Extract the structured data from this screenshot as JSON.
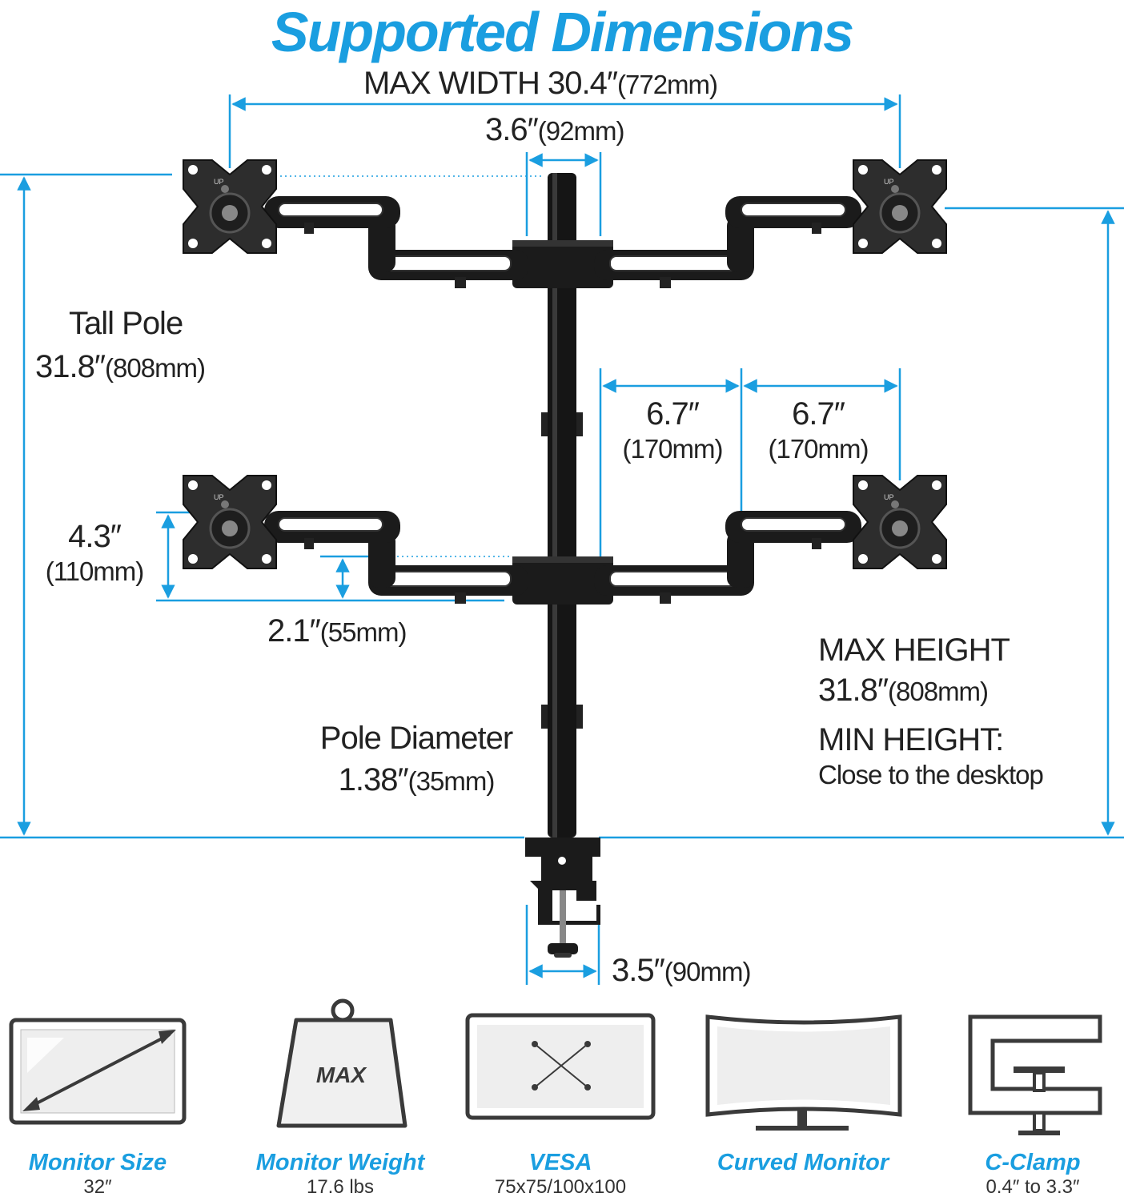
{
  "title": "Supported Dimensions",
  "dimensions": {
    "max_width": {
      "label": "MAX WIDTH 30.4″",
      "metric": "(772mm)"
    },
    "top_gap": {
      "label": "3.6″",
      "metric": "(92mm)"
    },
    "tall_pole": {
      "label": "Tall Pole",
      "value": "31.8″",
      "metric": "(808mm)"
    },
    "arm_left": {
      "value": "6.7″",
      "metric": "(170mm)"
    },
    "arm_right": {
      "value": "6.7″",
      "metric": "(170mm)"
    },
    "vesa_height": {
      "value": "4.3″",
      "metric": "(110mm)"
    },
    "offset": {
      "value": "2.1″",
      "metric": "(55mm)"
    },
    "max_height": {
      "label": "MAX HEIGHT",
      "value": "31.8″",
      "metric": "(808mm)"
    },
    "min_height": {
      "label": "MIN HEIGHT:",
      "value": "Close to the desktop"
    },
    "pole_diameter": {
      "label": "Pole Diameter",
      "value": "1.38″",
      "metric": "(35mm)"
    },
    "clamp_width": {
      "value": "3.5″",
      "metric": "(90mm)"
    }
  },
  "plate_marking": "UP",
  "colors": {
    "accent": "#1a9ee0",
    "dark": "#1b1b1b",
    "icon": "#3a3a3a"
  },
  "features": [
    {
      "icon": "monitor-size-icon",
      "title": "Monitor Size",
      "value": "32″"
    },
    {
      "icon": "weight-icon",
      "icon_text": "MAX",
      "title": "Monitor Weight",
      "value": "17.6 lbs"
    },
    {
      "icon": "vesa-icon",
      "title": "VESA",
      "value": "75x75/100x100"
    },
    {
      "icon": "curved-monitor-icon",
      "title": "Curved Monitor",
      "value": ""
    },
    {
      "icon": "c-clamp-icon",
      "title": "C-Clamp",
      "value": "0.4″ to 3.3″"
    }
  ]
}
